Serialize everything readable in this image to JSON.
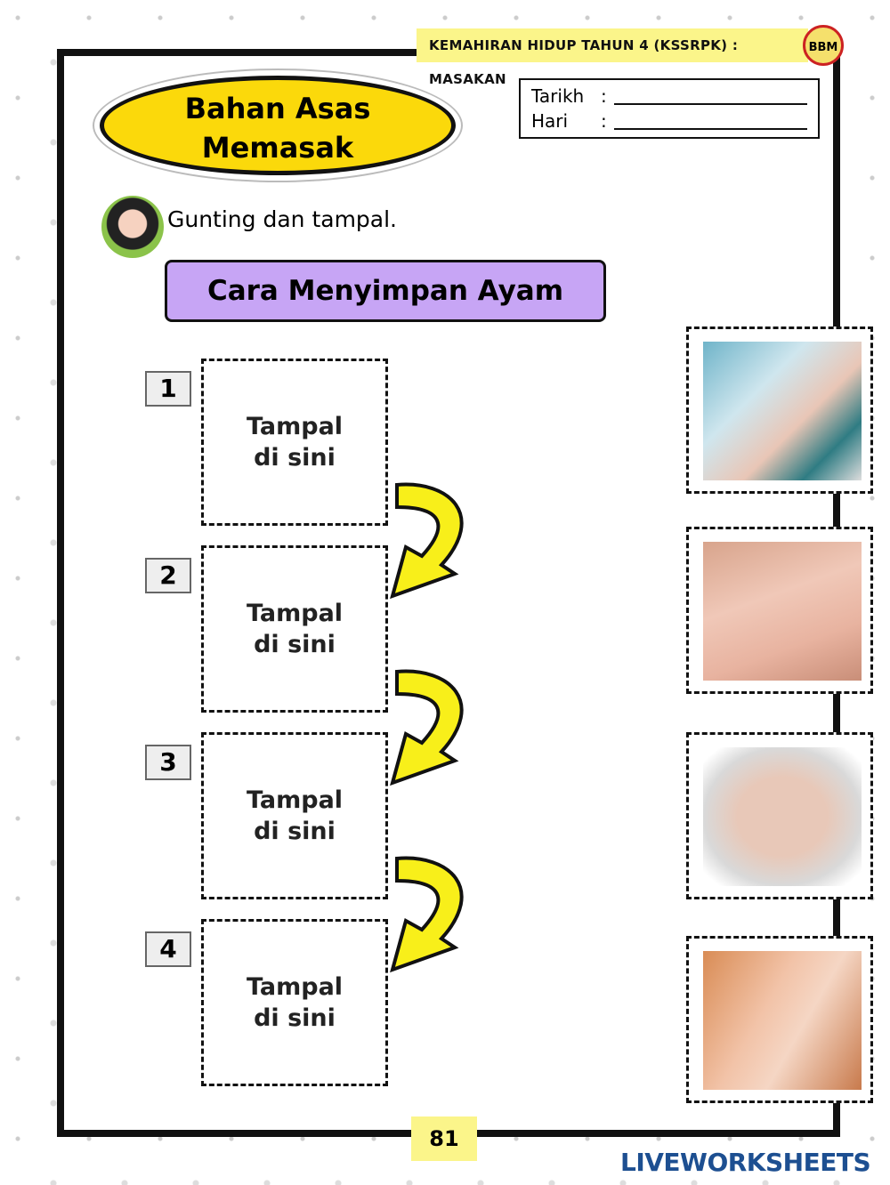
{
  "header": {
    "subject": "KEMAHIRAN HIDUP TAHUN 4 (KSSRPK) : MASAKAN",
    "logo_text": "BBM"
  },
  "date_box": {
    "date_label": "Tarikh",
    "day_label": "Hari",
    "separator": ":"
  },
  "title": {
    "line1": "Bahan Asas",
    "line2": "Memasak"
  },
  "instruction": "Gunting dan tampal.",
  "section_title": "Cara Menyimpan Ayam",
  "slots": [
    {
      "number": "1",
      "line1": "Tampal",
      "line2": "di sini"
    },
    {
      "number": "2",
      "line1": "Tampal",
      "line2": "di sini"
    },
    {
      "number": "3",
      "line1": "Tampal",
      "line2": "di sini"
    },
    {
      "number": "4",
      "line1": "Tampal",
      "line2": "di sini"
    }
  ],
  "cards": [
    {
      "image": "chicken-container-in-fridge"
    },
    {
      "image": "raw-chicken-pieces"
    },
    {
      "image": "chicken-in-plastic-container"
    },
    {
      "image": "washing-chicken"
    }
  ],
  "colors": {
    "accent_yellow": "#fbd90b",
    "section_purple": "#c7a5f5",
    "brand_blue": "#1d4f91"
  },
  "page_number": "81",
  "footer": {
    "brand": "LIVEWORKSHEETS"
  }
}
